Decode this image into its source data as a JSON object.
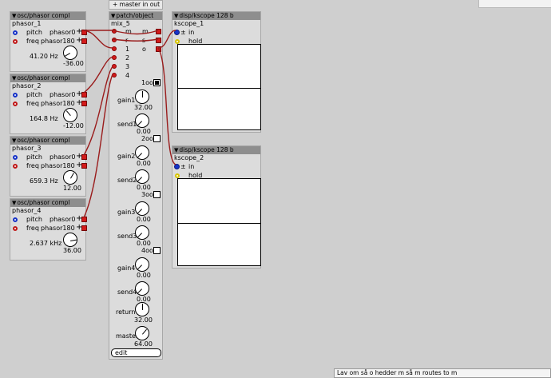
{
  "top_bar": {
    "label": "+ master in out"
  },
  "phasors": [
    {
      "header": "osc/phasor compl",
      "name": "phasor_1",
      "pitch_label": "pitch",
      "pitch_out": "phasor0",
      "freq_label": "freq",
      "freq_out": "phasor180",
      "plus": "+",
      "hz": "41.20 Hz",
      "knob_value": "-36.00"
    },
    {
      "header": "osc/phasor compl",
      "name": "phasor_2",
      "pitch_label": "pitch",
      "pitch_out": "phasor0",
      "freq_label": "freq",
      "freq_out": "phasor180",
      "plus": "+",
      "hz": "164.8 Hz",
      "knob_value": "-12.00"
    },
    {
      "header": "osc/phasor compl",
      "name": "phasor_3",
      "pitch_label": "pitch",
      "pitch_out": "phasor0",
      "freq_label": "freq",
      "freq_out": "phasor180",
      "plus": "+",
      "hz": "659.3 Hz",
      "knob_value": "12.00"
    },
    {
      "header": "osc/phasor compl",
      "name": "phasor_4",
      "pitch_label": "pitch",
      "pitch_out": "phasor0",
      "freq_label": "freq",
      "freq_out": "phasor180",
      "plus": "+",
      "hz": "2.637 kHz",
      "knob_value": "36.00"
    }
  ],
  "mixer": {
    "header": "patch/object",
    "name": "mix_5",
    "inlets": [
      "m",
      "r",
      "1",
      "2",
      "3",
      "4"
    ],
    "outlets": [
      "m",
      "s",
      "o"
    ],
    "channels": [
      {
        "toggle": "1oo",
        "gain_label": "gain1",
        "gain_value": "32.00",
        "send_label": "send1",
        "send_value": "0.00"
      },
      {
        "toggle": "2oo",
        "gain_label": "gain2",
        "gain_value": "0.00",
        "send_label": "send2",
        "send_value": "0.00"
      },
      {
        "toggle": "3oo",
        "gain_label": "gain3",
        "gain_value": "0.00",
        "send_label": "send3",
        "send_value": "0.00"
      },
      {
        "toggle": "4oo",
        "gain_label": "gain4",
        "gain_value": "0.00",
        "send_label": "send4",
        "send_value": "0.00"
      }
    ],
    "return_label": "return",
    "return_value": "32.00",
    "master_label": "master",
    "master_value": "64.00",
    "edit_label": "edit"
  },
  "scopes": [
    {
      "header": "disp/kscope 128 b",
      "name": "kscope_1",
      "in_label": "in",
      "pm": "±",
      "hold_label": "hold"
    },
    {
      "header": "disp/kscope 128 b",
      "name": "kscope_2",
      "in_label": "in",
      "pm": "±",
      "hold_label": "hold"
    }
  ],
  "status_bar": {
    "text": "Lav om så o hedder m så m routes to m"
  },
  "colors": {
    "wire": "#9a1c1c",
    "outlet": "#d31a1a",
    "inlet_blue": "#1733c8",
    "inlet_yellow": "#d7c400"
  }
}
